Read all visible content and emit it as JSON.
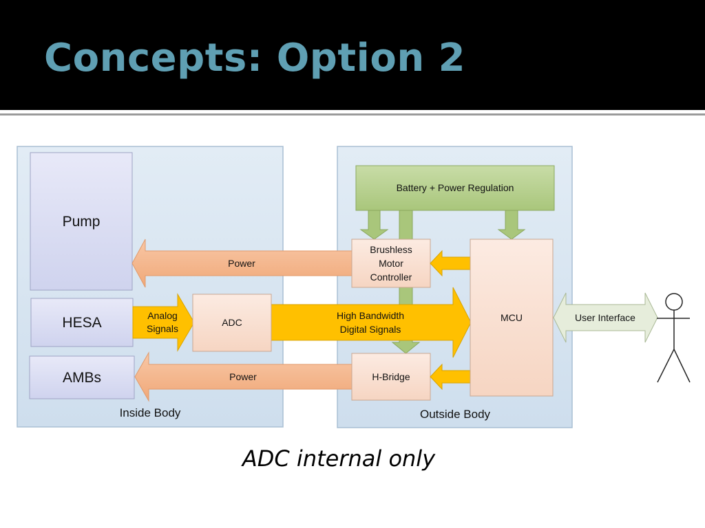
{
  "slide": {
    "title": "Concepts: Option 2",
    "caption": "ADC internal only"
  },
  "regions": {
    "inside": "Inside Body",
    "outside": "Outside Body"
  },
  "blocks": {
    "pump": "Pump",
    "hesa": "HESA",
    "ambs": "AMBs",
    "adc": "ADC",
    "battery": "Battery + Power Regulation",
    "bmc": [
      "Brushless",
      "Motor",
      "Controller"
    ],
    "hbridge": "H-Bridge",
    "mcu": "MCU"
  },
  "arrows": {
    "power_pump": "Power",
    "power_ambs": "Power",
    "analog": [
      "Analog",
      "Signals"
    ],
    "digital": [
      "High Bandwidth",
      "Digital Signals"
    ],
    "user_interface": "User Interface"
  },
  "colors": {
    "region_fill": "#dbe7f2",
    "block_purple": "#dcdff3",
    "block_peach": "#f9e0d2",
    "block_green": "#b5cf8c",
    "arrow_orange": "#f4b48c",
    "arrow_yellow": "#ffc000",
    "arrow_ui": "#e6eddb",
    "title_color": "#5f9fb3"
  },
  "icons": {
    "user": "stick-figure-icon"
  }
}
